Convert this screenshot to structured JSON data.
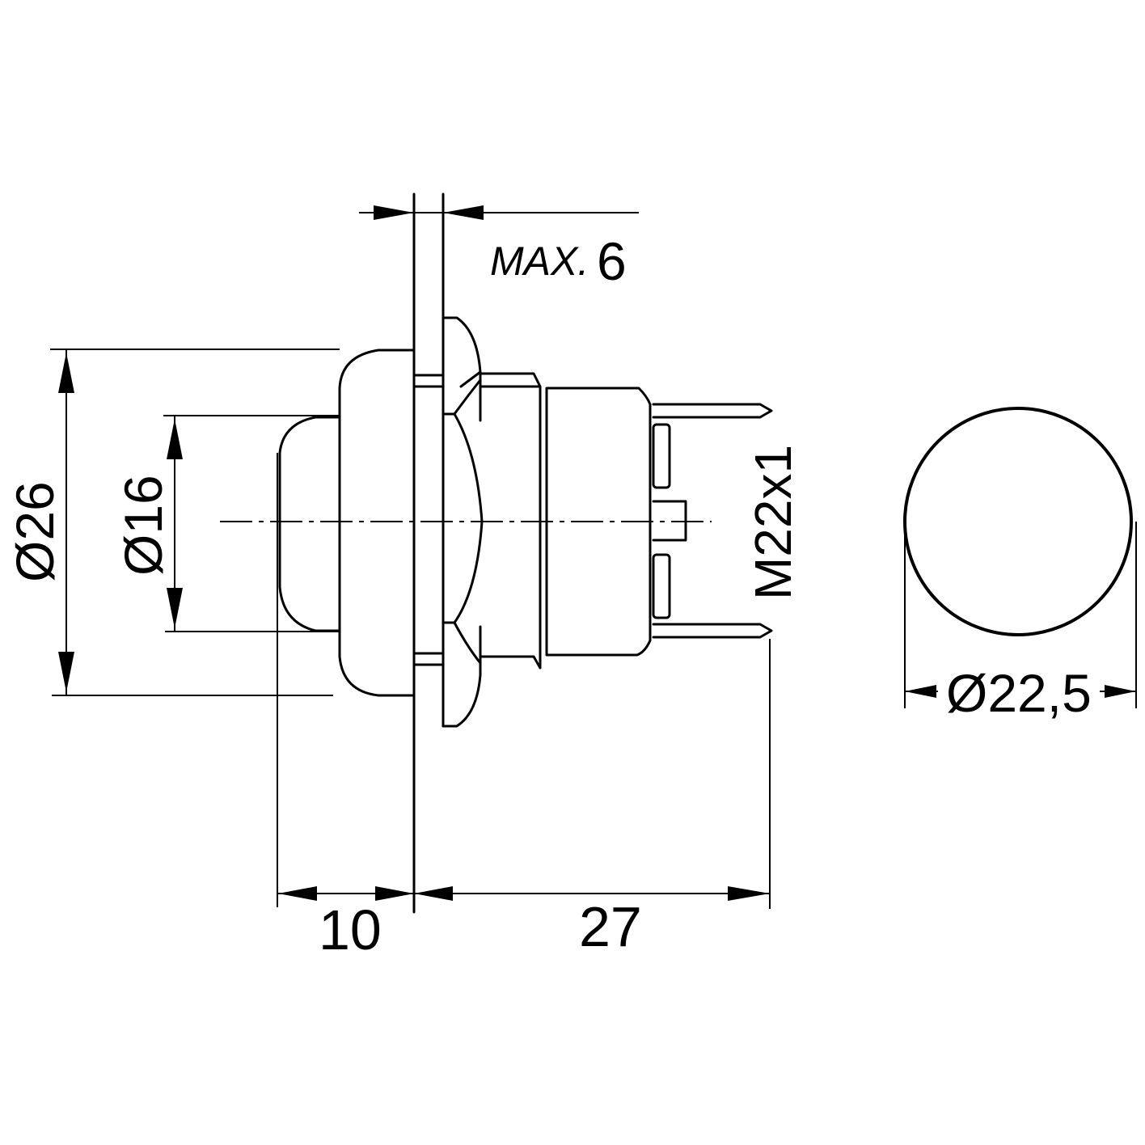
{
  "drawing": {
    "title": "Push button switch – dimensional drawing",
    "line_color": "#000000",
    "background": "#ffffff",
    "dimensions": {
      "panel_thickness": {
        "label": "MAX. 6",
        "prefix": "MAX.",
        "value": "6"
      },
      "outer_bezel_diameter": {
        "label": "Ø26",
        "symbol": "Ø",
        "value": "26"
      },
      "button_diameter": {
        "label": "Ø16",
        "symbol": "Ø",
        "value": "16"
      },
      "thread": {
        "label": "M22x1"
      },
      "front_depth": {
        "label": "10"
      },
      "rear_depth": {
        "label": "27"
      },
      "panel_cutout_diameter": {
        "label": "Ø22,5",
        "symbol": "Ø",
        "value": "22,5"
      }
    },
    "views": [
      {
        "name": "side-view"
      },
      {
        "name": "panel-cutout-view"
      }
    ]
  }
}
